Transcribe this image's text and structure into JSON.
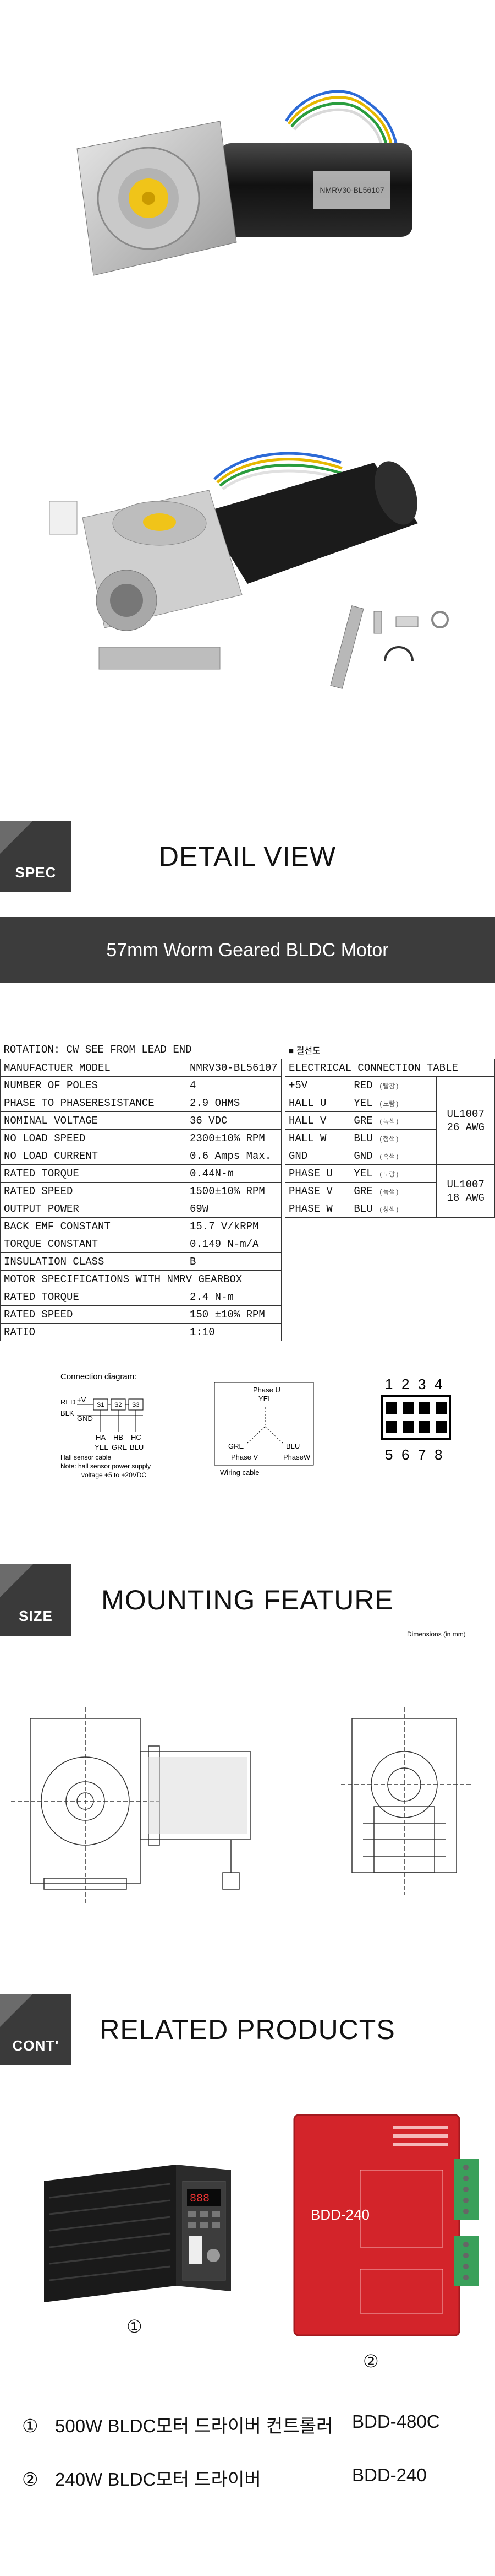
{
  "sections": {
    "spec": {
      "tab": "SPEC",
      "title": "DETAIL VIEW"
    },
    "size": {
      "tab": "SIZE",
      "title": "MOUNTING FEATURE"
    },
    "cont": {
      "tab": "CONT'",
      "title": "RELATED PRODUCTS"
    }
  },
  "banner": "57mm Worm Geared BLDC Motor",
  "photo_label": "NMRV30-BL56107",
  "spec_table": {
    "caption": "ROTATION: CW SEE FROM LEAD END",
    "rows": [
      [
        "MANUFACTUER MODEL",
        "NMRV30-BL56107"
      ],
      [
        "NUMBER OF POLES",
        "4"
      ],
      [
        "PHASE TO PHASERESISTANCE",
        "2.9 OHMS"
      ],
      [
        "NOMINAL VOLTAGE",
        "36 VDC"
      ],
      [
        "NO LOAD SPEED",
        "2300±10% RPM"
      ],
      [
        "NO LOAD CURRENT",
        "0.6 Amps Max."
      ],
      [
        "RATED TORQUE",
        "0.44N-m"
      ],
      [
        "RATED SPEED",
        "1500±10% RPM"
      ],
      [
        "OUTPUT POWER",
        "69W"
      ],
      [
        "BACK EMF CONSTANT",
        "15.7 V/kRPM"
      ],
      [
        "TORQUE CONSTANT",
        "0.149 N-m/A"
      ],
      [
        "INSULATION CLASS",
        "B"
      ]
    ],
    "gearbox_caption": "MOTOR SPECIFICATIONS WITH NMRV GEARBOX",
    "gearbox_rows": [
      [
        "RATED TORQUE",
        "2.4 N-m"
      ],
      [
        "RATED SPEED",
        "150 ±10% RPM"
      ],
      [
        "RATIO",
        "1:10"
      ]
    ]
  },
  "conn_table": {
    "caption": "■ 결선도",
    "title": "ELECTRICAL CONNECTION TABLE",
    "rows": [
      {
        "k": "+5V",
        "v": "RED",
        "kr": "(빨강)"
      },
      {
        "k": "HALL U",
        "v": "YEL",
        "kr": "(노랑)"
      },
      {
        "k": "HALL V",
        "v": "GRE",
        "kr": "(녹색)"
      },
      {
        "k": "HALL W",
        "v": "BLU",
        "kr": "(청색)"
      },
      {
        "k": "GND",
        "v": "GND",
        "kr": "(흑색)"
      },
      {
        "k": "PHASE U",
        "v": "YEL",
        "kr": "(노랑)"
      },
      {
        "k": "PHASE V",
        "v": "GRE",
        "kr": "(녹색)"
      },
      {
        "k": "PHASE W",
        "v": "BLU",
        "kr": "(청색)"
      }
    ],
    "awg1": [
      "UL1007",
      "26 AWG"
    ],
    "awg2": [
      "UL1007",
      "18 AWG"
    ]
  },
  "diagram": {
    "title": "Connection diagram:",
    "hall_labels": [
      "S1",
      "S2",
      "S3"
    ],
    "wire_labels": [
      "RED",
      "+V",
      "BLK",
      "GND"
    ],
    "hall_names": [
      "HA",
      "HB",
      "HC"
    ],
    "hall_colors": [
      "YEL",
      "GRE",
      "BLU"
    ],
    "cable": "Hall sensor cable",
    "note1": "Note: hall sensor power supply",
    "note2": "voltage +5 to +20VDC",
    "phase_u": "Phase U",
    "phase_u_color": "YEL",
    "gre": "GRE",
    "blu": "BLU",
    "phase_v": "Phase V",
    "phase_w": "PhaseW",
    "wiring_cable": "Wiring cable",
    "pins_top": [
      "1",
      "2",
      "3",
      "4"
    ],
    "pins_bottom": [
      "5",
      "6",
      "7",
      "8"
    ]
  },
  "dimensions_note": "Dimensions (in mm)",
  "related": [
    {
      "num": "①",
      "name": "500W BLDC모터  드라이버 컨트롤러",
      "model": "BDD-480C"
    },
    {
      "num": "②",
      "name": "240W BLDC모터 드라이버",
      "model": "BDD-240"
    }
  ],
  "product_labels": [
    "①",
    "②"
  ],
  "driver_label": "BDD-240"
}
